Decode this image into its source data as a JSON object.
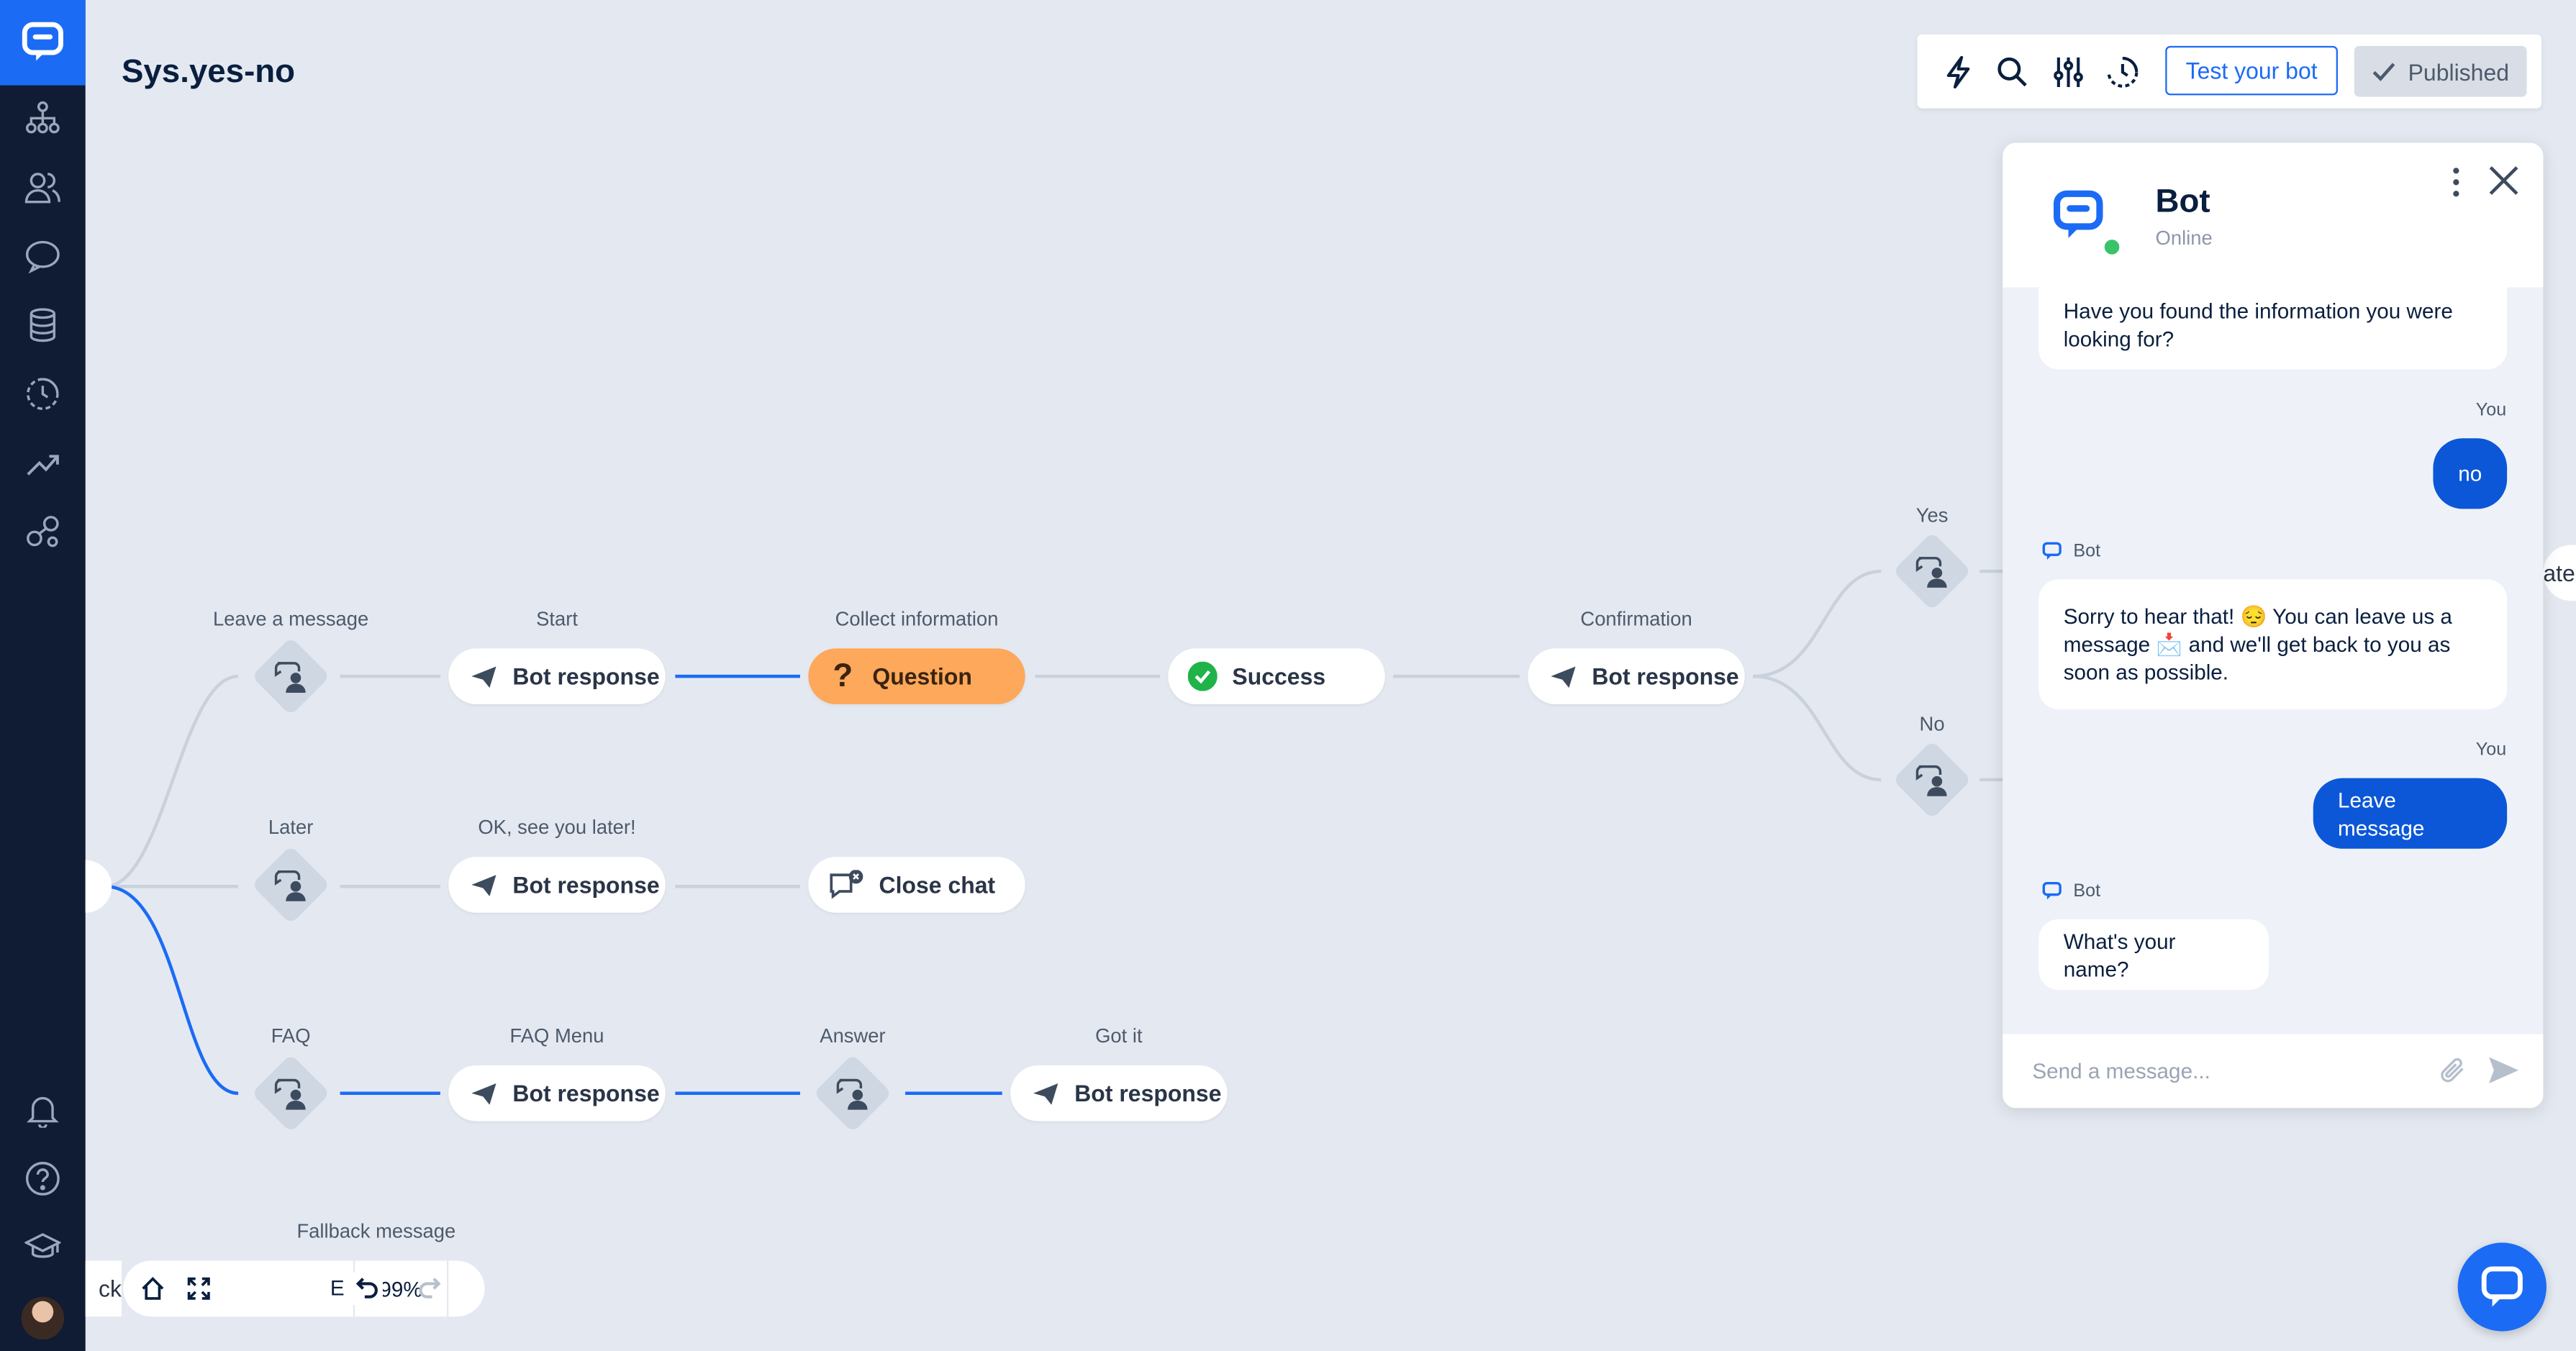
{
  "app": {
    "title": "Sys.yes-no"
  },
  "sidebar": {
    "items": [
      {
        "name": "flows-icon"
      },
      {
        "name": "people-icon"
      },
      {
        "name": "chat-icon"
      },
      {
        "name": "database-icon"
      },
      {
        "name": "history-icon"
      },
      {
        "name": "reports-icon"
      },
      {
        "name": "integrations-icon"
      }
    ],
    "bottom": [
      {
        "name": "bell-icon"
      },
      {
        "name": "help-icon"
      },
      {
        "name": "academy-icon"
      }
    ]
  },
  "toolbar": {
    "icons": [
      "bolt-icon",
      "search-icon",
      "sliders-icon",
      "history-icon"
    ],
    "test_label": "Test your bot",
    "published_label": "Published"
  },
  "flow": {
    "labels": {
      "leave_message": "Leave a message",
      "start": "Start",
      "collect": "Collect information",
      "confirmation": "Confirmation",
      "yes": "Yes",
      "no": "No",
      "later": "Later",
      "see_you": "OK, see you later!",
      "faq": "FAQ",
      "faq_menu": "FAQ Menu",
      "answer": "Answer",
      "got_it": "Got it",
      "fallback": "Fallback message"
    },
    "nodes": {
      "bot_response": "Bot response",
      "question": "Question",
      "success": "Success",
      "close_chat": "Close chat"
    },
    "bottom_left_text": "ck",
    "zoom": "99%",
    "zoom_hidden_char": "E",
    "right_peek_text": "ate"
  },
  "chat": {
    "bot_name": "Bot",
    "status": "Online",
    "messages": [
      {
        "from": "bot",
        "text": "Have you found the information you were looking for?"
      },
      {
        "from": "you",
        "sender": "You",
        "text": "no"
      },
      {
        "from": "bot",
        "sender": "Bot",
        "text": "Sorry to hear that! 😔 You can leave us a message 📩 and we'll get back to you as soon as possible."
      },
      {
        "from": "you",
        "sender": "You",
        "text": "Leave message"
      },
      {
        "from": "bot",
        "sender": "Bot",
        "text": "What's your name?"
      }
    ],
    "input_placeholder": "Send a message..."
  },
  "colors": {
    "brand": "#1b6bf5",
    "sidebar": "#101c33",
    "canvas": "#e4e9f1",
    "question": "#fda85a",
    "success": "#1fb34a",
    "user_bubble": "#0b57d8"
  }
}
